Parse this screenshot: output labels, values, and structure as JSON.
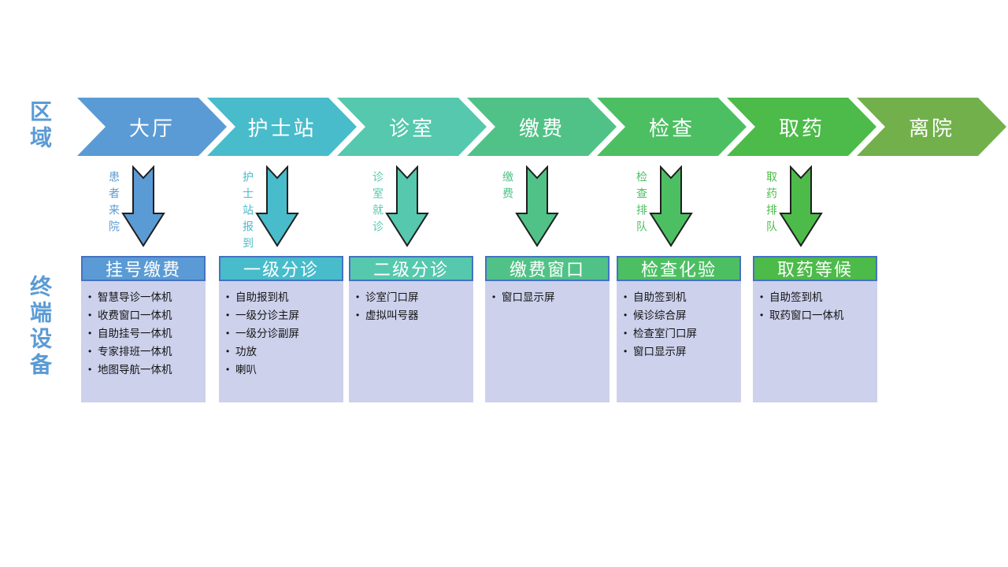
{
  "row_labels": {
    "area": "区域",
    "terminal": "终端设备"
  },
  "stages": [
    {
      "label": "大厅",
      "color": "#5B9BD5"
    },
    {
      "label": "护士站",
      "color": "#48BCCB"
    },
    {
      "label": "诊室",
      "color": "#55C8AD"
    },
    {
      "label": "缴费",
      "color": "#50C287"
    },
    {
      "label": "检查",
      "color": "#4DBF63"
    },
    {
      "label": "取药",
      "color": "#4CBB49"
    },
    {
      "label": "离院",
      "color": "#72B04C"
    }
  ],
  "transitions": [
    {
      "label": "患者来院",
      "color": "#5B9BD5"
    },
    {
      "label": "护士站报到",
      "color": "#48BCCB"
    },
    {
      "label": "诊室就诊",
      "color": "#55C8AD"
    },
    {
      "label": "缴费",
      "color": "#50C287"
    },
    {
      "label": "检查排队",
      "color": "#4DBF63"
    },
    {
      "label": "取药排队",
      "color": "#4CBB49"
    }
  ],
  "terminal_boxes": [
    {
      "title": "挂号缴费",
      "color": "#5B9BD5",
      "items": [
        "智慧导诊一体机",
        "收费窗口一体机",
        "自助挂号一体机",
        "专家排班一体机",
        "地图导航一体机"
      ]
    },
    {
      "title": "一级分诊",
      "color": "#48BCCB",
      "items": [
        "自助报到机",
        "一级分诊主屏",
        "一级分诊副屏",
        "功放",
        "喇叭"
      ]
    },
    {
      "title": "二级分诊",
      "color": "#55C8AD",
      "items": [
        "诊室门口屏",
        "虚拟叫号器"
      ]
    },
    {
      "title": "缴费窗口",
      "color": "#50C287",
      "items": [
        "窗口显示屏"
      ]
    },
    {
      "title": "检查化验",
      "color": "#4DBF63",
      "items": [
        "自助签到机",
        "候诊综合屏",
        "检查室门口屏",
        "窗口显示屏"
      ]
    },
    {
      "title": "取药等候",
      "color": "#4CBB49",
      "items": [
        "自助签到机",
        "取药窗口一体机"
      ]
    }
  ],
  "colors": {
    "header_border": "#4472C4",
    "box_body_bg": "#CDD1EC",
    "arrow_outline": "#1f1f1f",
    "side_label": "#5B9BD5"
  }
}
